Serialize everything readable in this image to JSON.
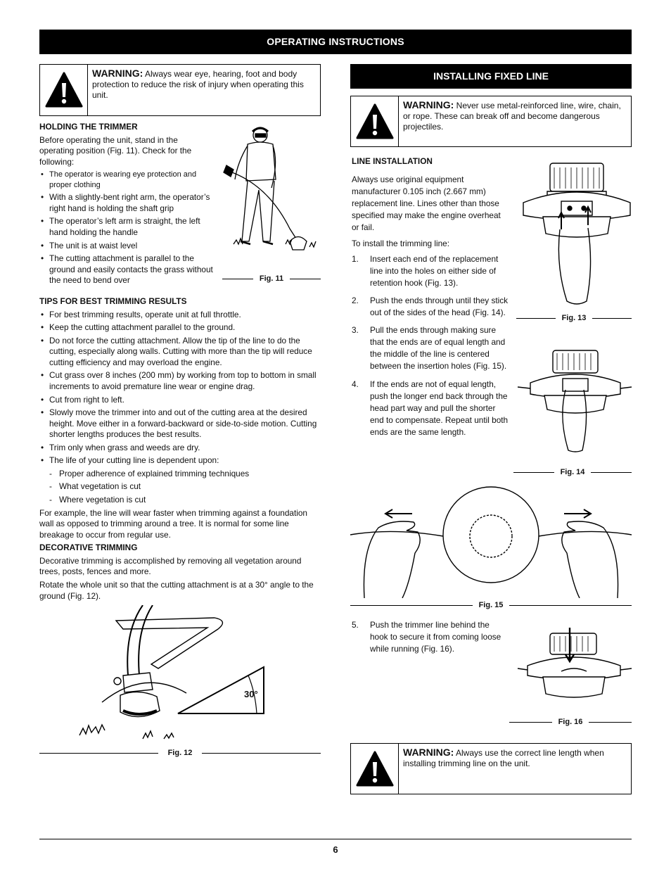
{
  "header": {
    "title": "OPERATING INSTRUCTIONS"
  },
  "warnings": {
    "w1": {
      "label": "WARNING:",
      "text": "Always wear eye, hearing, foot and body protection to reduce the risk of injury when operating this unit."
    },
    "w2": {
      "label": "WARNING:",
      "text": "Never use metal-reinforced line, wire, chain, or rope. These can break off and become dangerous projectiles."
    },
    "w3": {
      "label": "WARNING:",
      "text": "Always use the correct line length when installing trimming line on the unit."
    }
  },
  "holding": {
    "heading": "HOLDING THE TRIMMER",
    "intro": "Before operating the unit, stand in the operating position (Fig. 11). Check for the following:",
    "bullets": [
      "The operator is wearing eye protection and proper clothing",
      "With a slightly-bent right arm, the operator’s right hand is holding the shaft grip",
      "The operator’s left arm is straight, the left hand holding the handle",
      "The unit is at waist level",
      "The cutting attachment is parallel to the ground and easily contacts the grass without the need to bend over"
    ]
  },
  "tips": {
    "heading": "TIPS FOR BEST TRIMMING RESULTS",
    "bullets": [
      "For best trimming results, operate unit at full throttle.",
      "Keep the cutting attachment parallel to the ground.",
      "Do not force the cutting attachment. Allow the tip of the line to do the cutting, especially along walls. Cutting with more than the tip will reduce cutting efficiency and may overload the engine.",
      "Cut grass over 8 inches (200 mm) by working from top to bottom in small increments to avoid premature line wear or engine drag.",
      "Cut from right to left.",
      "Slowly move the trimmer into and out of the cutting area at the desired height. Move either in a forward-backward or side-to-side motion. Cutting shorter lengths produces the best results.",
      "Trim only when grass and weeds are dry.",
      "The life of your cutting line is dependent upon:"
    ],
    "sub": [
      "Proper adherence of explained trimming techniques",
      "What vegetation is cut",
      "Where vegetation is cut"
    ],
    "outro": "For example, the line will wear faster when trimming against a foundation wall as opposed to trimming around a tree.  It is normal for some line breakage to occur from regular use."
  },
  "decorative": {
    "heading": "DECORATIVE TRIMMING",
    "p1": "Decorative trimming is accomplished by removing all vegetation around trees, posts, fences and more.",
    "p2": "Rotate the whole unit so that the cutting attachment is at a 30° angle to the ground (Fig. 12)."
  },
  "installing": {
    "title": "INSTALLING FIXED LINE",
    "line_heading": "LINE INSTALLATION",
    "p1": "Always use original equipment manufacturer 0.105 inch (2.667 mm) replacement line. Lines other than those specified may make the engine overheat or fail.",
    "p2": "To install the trimming line:",
    "steps": [
      {
        "num": "1.",
        "text": "Insert each end of the replacement line into the holes on either side of retention hook (Fig. 13)."
      },
      {
        "num": "2.",
        "text": "Push the ends through until they stick out of the sides of the head (Fig. 14)."
      },
      {
        "num": "3.",
        "text": "Pull the ends through making sure that the ends are of equal length and the middle of the line is centered between the insertion holes (Fig. 15)."
      },
      {
        "num": "4.",
        "text": "If the ends are not of equal length, push the longer end back through the head part way and pull the shorter end to compensate. Repeat until both ends are the same length."
      }
    ],
    "step5": {
      "num": "5.",
      "text": "Push the trimmer line behind the hook to secure it from coming loose while running (Fig. 16)."
    }
  },
  "figures": {
    "fig11": "Fig. 11",
    "fig12": "Fig. 12",
    "fig13": "Fig. 13",
    "fig14": "Fig. 14",
    "fig15": "Fig. 15",
    "fig16": "Fig. 16",
    "angle_label": "30°"
  },
  "icons": {
    "warning": "warning-triangle-icon"
  },
  "page_number": "6"
}
